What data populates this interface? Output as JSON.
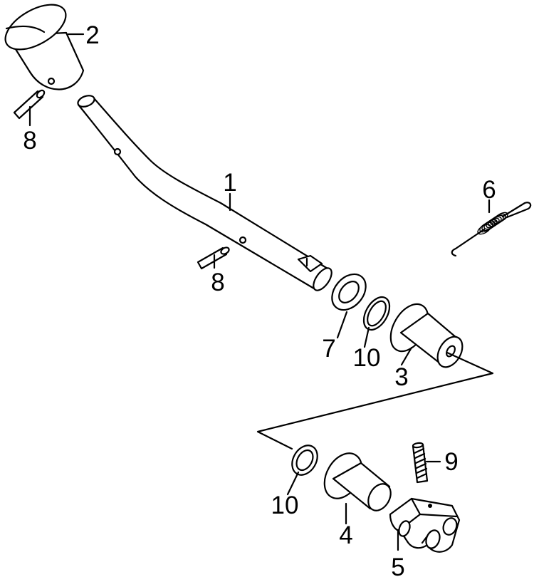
{
  "labels": {
    "part1": "1",
    "part2": "2",
    "part3": "3",
    "part4": "4",
    "part5": "5",
    "part6": "6",
    "part7": "7",
    "part8_top": "8",
    "part8_mid": "8",
    "part9": "9",
    "part10_upper": "10",
    "part10_lower": "10"
  }
}
